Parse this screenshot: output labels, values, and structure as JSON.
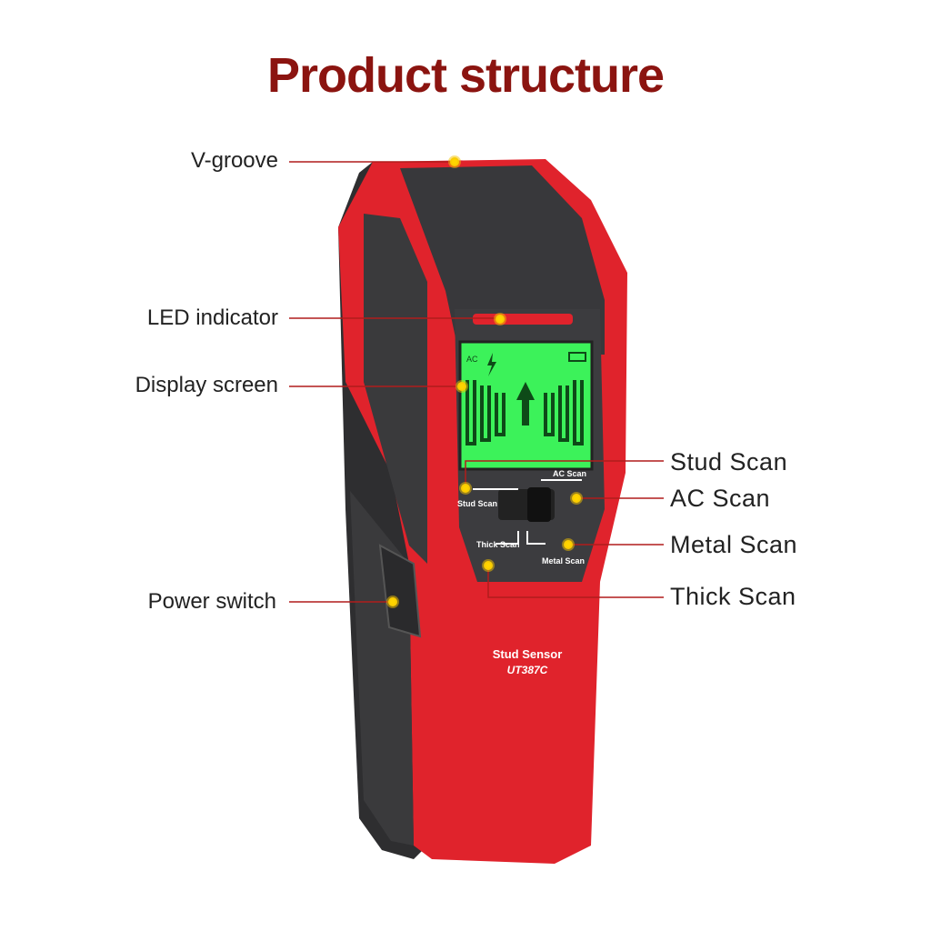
{
  "title": "Product structure",
  "callouts_left": [
    {
      "label": "V-groove"
    },
    {
      "label": "LED indicator"
    },
    {
      "label": "Display screen"
    },
    {
      "label": "Power switch"
    }
  ],
  "callouts_right": [
    {
      "label": "Stud Scan"
    },
    {
      "label": "AC Scan"
    },
    {
      "label": "Metal Scan"
    },
    {
      "label": "Thick Scan"
    }
  ],
  "device": {
    "name": "Stud Sensor",
    "model": "UT387C",
    "switch_labels": [
      "Stud Scan",
      "AC Scan",
      "Thick Scan",
      "Metal Scan"
    ],
    "screen_ac": "AC"
  },
  "colors": {
    "title": "#8b1410",
    "body_red": "#e0232c",
    "body_dark": "#3a3a3c",
    "screen": "#3cf25a",
    "callout_line": "#b01c1c",
    "callout_dot": "#ffd400"
  }
}
